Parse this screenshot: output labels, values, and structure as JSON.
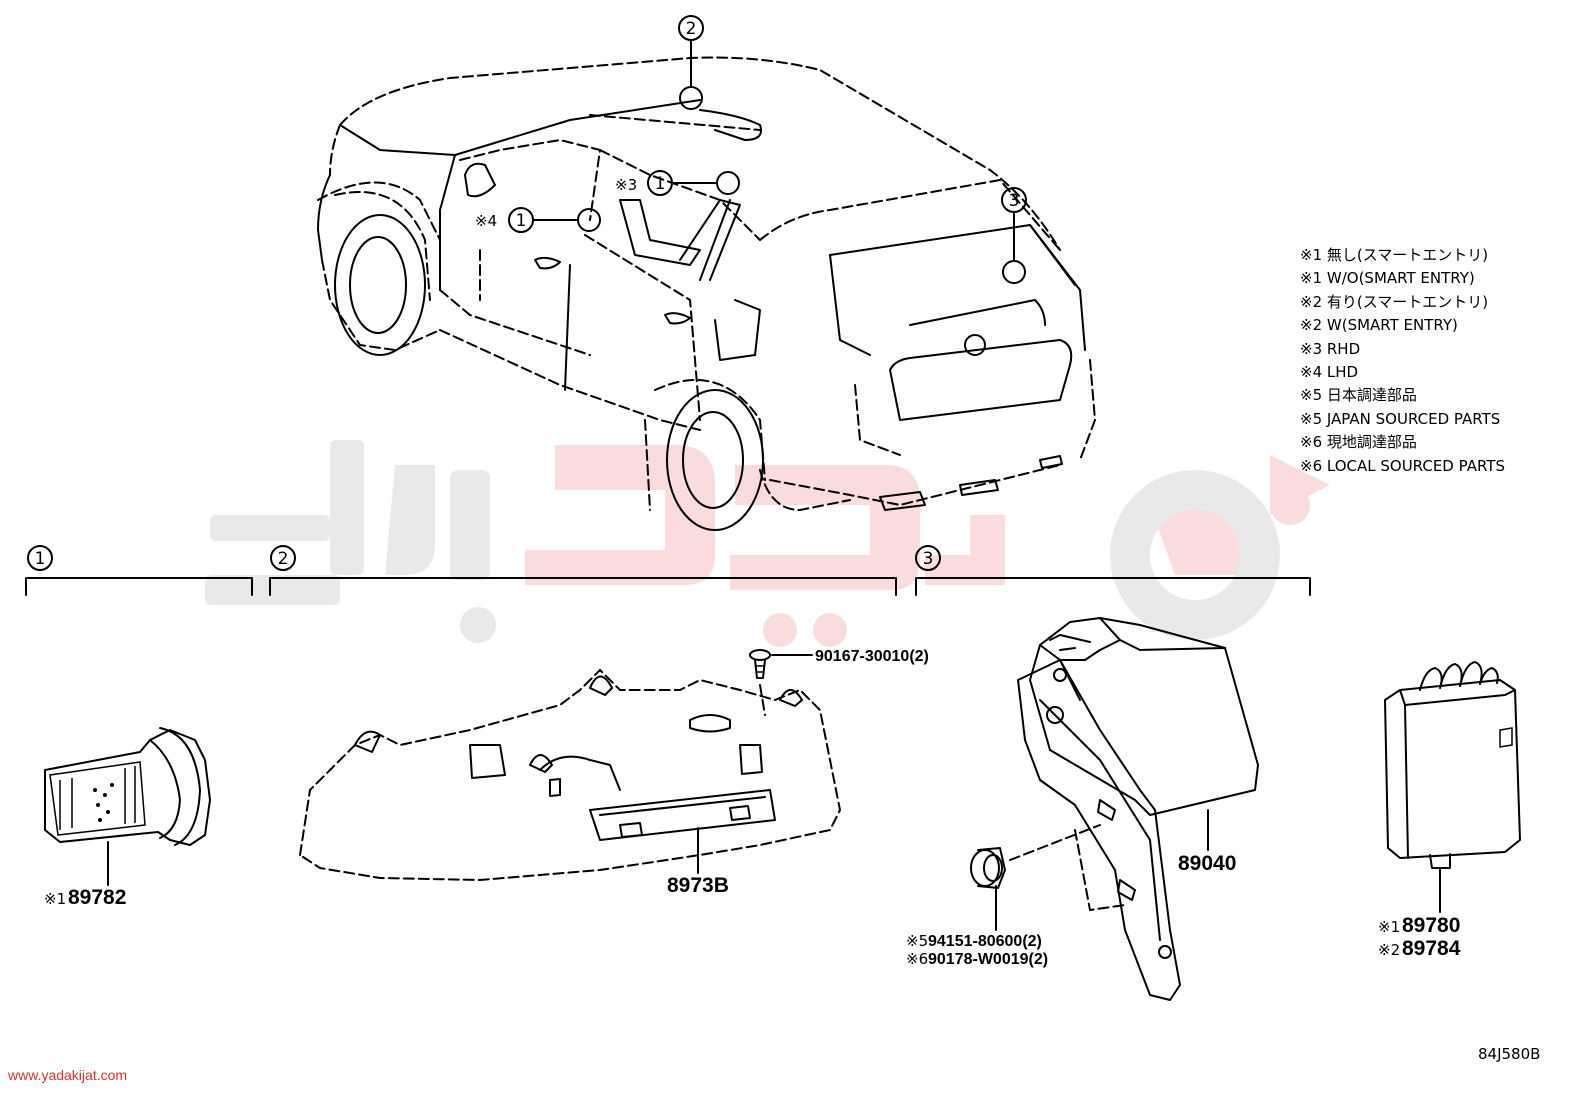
{
  "watermark": {
    "colors": {
      "gray": "#e9e9e9",
      "red": "#fbdcdc"
    }
  },
  "callouts": {
    "c1": "1",
    "c2": "2",
    "c3": "3"
  },
  "car_marks": {
    "m3": "※3",
    "m4": "※4"
  },
  "legend": [
    "※1 無し(スマートエントリ)",
    "※1 W/O(SMART ENTRY)",
    "※2 有り(スマートエントリ)",
    "※2 W(SMART ENTRY)",
    "※3 RHD",
    "※4 LHD",
    "※5 日本調達部品",
    "※5 JAPAN SOURCED PARTS",
    "※6 現地調達部品",
    "※6 LOCAL SOURCED PARTS"
  ],
  "parts": {
    "p89782": {
      "mark": "※1",
      "number": "89782"
    },
    "p8973B": {
      "number": "8973B"
    },
    "p90167": {
      "number": "90167-30010(2)"
    },
    "p89040": {
      "number": "89040"
    },
    "p94151": {
      "mark": "※5",
      "number": "94151-80600(2)"
    },
    "p90178": {
      "mark": "※6",
      "number": "90178-W0019(2)"
    },
    "p89780": {
      "mark": "※1",
      "number": "89780"
    },
    "p89784": {
      "mark": "※2",
      "number": "89784"
    }
  },
  "footer": {
    "website": "www.yadakijat.com",
    "figure_code": "84J580B"
  }
}
